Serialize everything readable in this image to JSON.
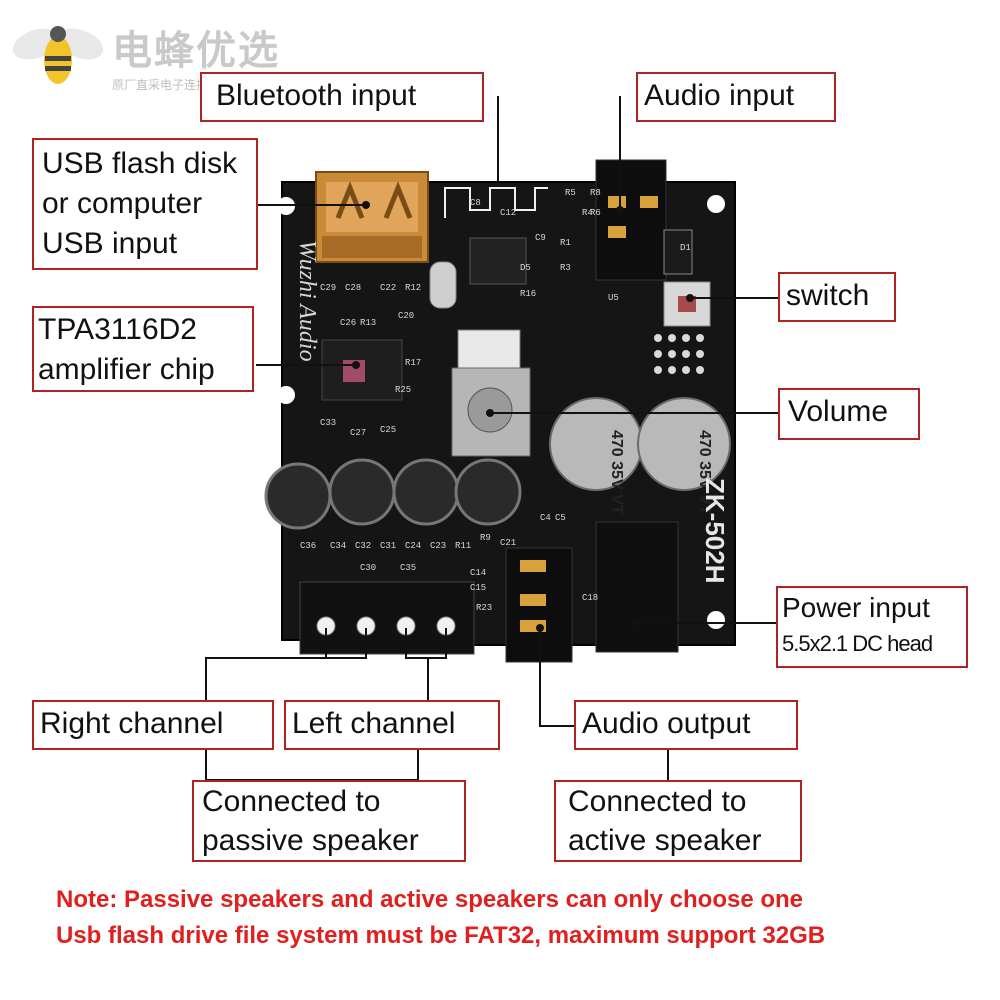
{
  "watermark": {
    "brand": "电蜂优选",
    "subtitle": "原厂直采电子连接器商城"
  },
  "board": {
    "model": "ZK-502H",
    "brand_script": "Wuzhi Audio",
    "capacitor_marking": [
      "470",
      "35V",
      "VT"
    ],
    "components": [
      "C29",
      "C28",
      "C22",
      "R12",
      "C26",
      "R13",
      "C20",
      "C33",
      "C27",
      "C25",
      "C36",
      "C34",
      "C32",
      "C31",
      "C24",
      "C23",
      "C30",
      "C35",
      "C14",
      "C15",
      "C21",
      "R11",
      "R9",
      "R16",
      "R17",
      "R25",
      "C12",
      "C8",
      "R3",
      "R1",
      "R4",
      "R5",
      "R8",
      "R6",
      "D5",
      "D1",
      "U5",
      "C4",
      "C5",
      "C18",
      "R23",
      "C9"
    ]
  },
  "labels": {
    "bluetooth_input": "Bluetooth input",
    "audio_input": "Audio input",
    "usb_input": [
      "USB flash disk",
      "or computer",
      "USB input"
    ],
    "amplifier_chip": [
      "TPA3116D2",
      "amplifier chip"
    ],
    "switch": "switch",
    "volume": "Volume",
    "power_input": [
      "Power input",
      "5.5x2.1 DC head"
    ],
    "right_channel": "Right channel",
    "left_channel": "Left channel",
    "audio_output": "Audio output",
    "passive_speaker": [
      "Connected to",
      "passive speaker"
    ],
    "active_speaker": [
      "Connected to",
      "active speaker"
    ]
  },
  "notes": [
    "Note: Passive speakers and active speakers can only choose one",
    "Usb flash drive file system must be FAT32, maximum support 32GB"
  ],
  "colors": {
    "callout_border": "#b22222",
    "note_text": "#e0201e",
    "pcb": "#151515"
  }
}
